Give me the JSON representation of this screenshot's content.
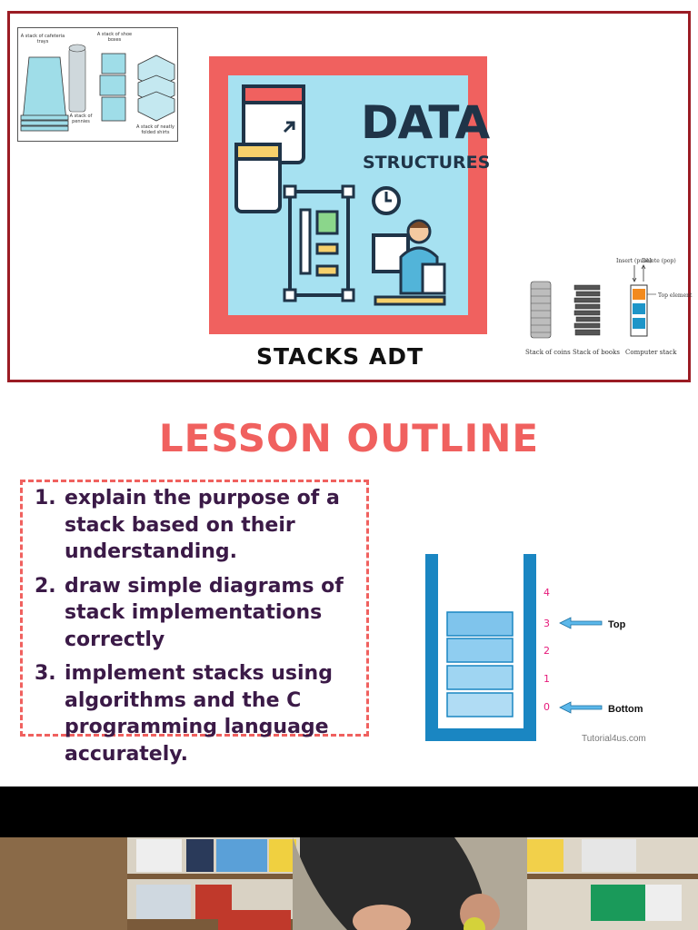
{
  "title_slide": {
    "illustration_captions": [
      "A stack of cafeteria trays",
      "A stack of pennies",
      "A stack of shoe boxes",
      "A stack of neatly folded shirts"
    ],
    "card_title_line1": "DATA",
    "card_title_line2": "STRUCTURES",
    "slide_title": "STACKS ADT",
    "right_captions": [
      "Stack of coins",
      "Stack of books",
      "Computer stack"
    ],
    "right_annotations": [
      "Insert (push)",
      "Delete (pop)",
      "Top element"
    ]
  },
  "lesson": {
    "title": "LESSON OUTLINE",
    "items": [
      {
        "num": "1.",
        "text": "explain the purpose of a stack based on their understanding."
      },
      {
        "num": "2.",
        "text": "draw simple diagrams of stack implementations correctly"
      },
      {
        "num": "3.",
        "text": "implement stacks using algorithms and the C programming language accurately."
      }
    ]
  },
  "stack_diagram": {
    "indices": [
      "4",
      "3",
      "2",
      "1",
      "0"
    ],
    "top_label": "Top",
    "bottom_label": "Bottom",
    "watermark": "Tutorial4us.com",
    "colors": {
      "frame": "#1a86c2",
      "cell": "#7fc4ec",
      "index": "#e6197a",
      "arrow": "#5cb8ea"
    }
  }
}
